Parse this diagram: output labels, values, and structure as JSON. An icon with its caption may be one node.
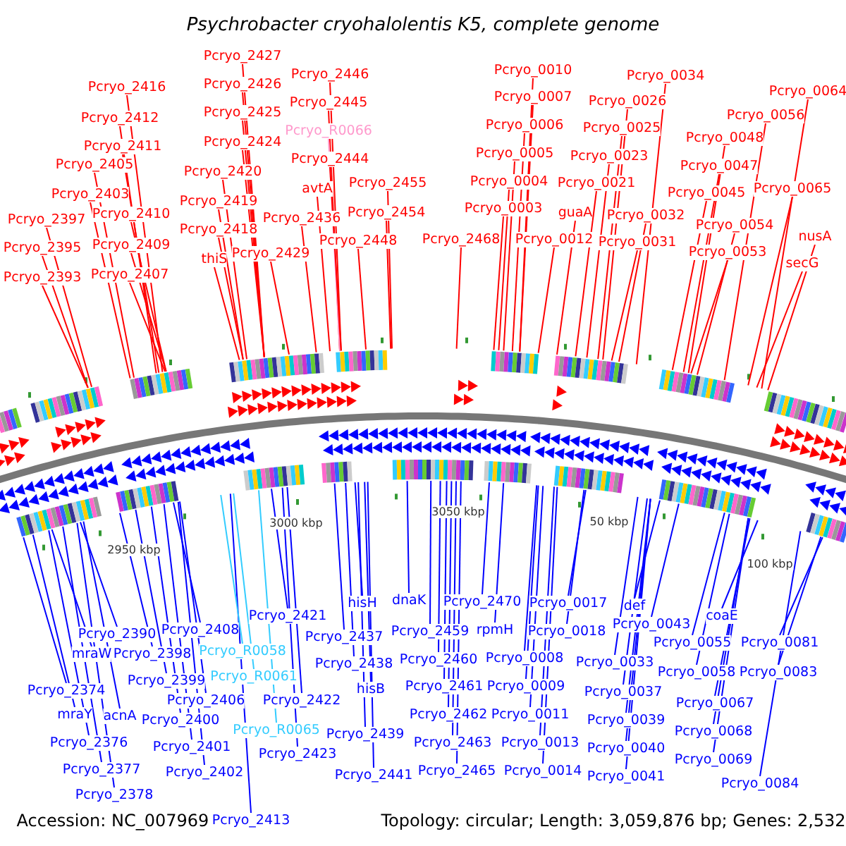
{
  "diagram": {
    "title": "Psychrobacter cryohalolentis K5, complete genome",
    "nodes": [
      {
        "text": [
          "Pcryo_2416"
        ]
      },
      {
        "text": [
          "Pcryo_2412"
        ]
      },
      {
        "text": [
          "Pcryo_2411"
        ]
      },
      {
        "text": [
          "Pcryo_2405"
        ]
      },
      {
        "text": [
          "Pcryo_2403"
        ]
      },
      {
        "text": [
          "Pcryo_2397"
        ]
      },
      {
        "text": [
          "Pcryo_2410"
        ]
      },
      {
        "text": [
          "Pcryo_2395"
        ]
      },
      {
        "text": [
          "Pcryo_2409"
        ]
      },
      {
        "text": [
          "Pcryo_2393"
        ]
      },
      {
        "text": [
          "Pcryo_2407"
        ]
      },
      {
        "text": [
          "Pcryo_2427"
        ]
      },
      {
        "text": [
          "Pcryo_2426"
        ]
      },
      {
        "text": [
          "Pcryo_2425"
        ]
      },
      {
        "text": [
          "Pcryo_2424"
        ]
      },
      {
        "text": [
          "Pcryo_2420"
        ]
      },
      {
        "text": [
          "Pcryo_2419"
        ]
      },
      {
        "text": [
          "Pcryo_2418"
        ]
      },
      {
        "text": [
          "thiS"
        ]
      },
      {
        "text": [
          "Pcryo_2429"
        ]
      },
      {
        "text": [
          "Pcryo_2436"
        ]
      },
      {
        "text": [
          "avtA"
        ]
      },
      {
        "text": [
          "Pcryo_2446"
        ]
      },
      {
        "text": [
          "Pcryo_2445"
        ]
      },
      {
        "text": [
          "Pcryo_R0066"
        ]
      },
      {
        "text": [
          "Pcryo_2444"
        ]
      },
      {
        "text": [
          "Pcryo_2455"
        ]
      },
      {
        "text": [
          "Pcryo_2454"
        ]
      },
      {
        "text": [
          "Pcryo_2448"
        ]
      },
      {
        "text": [
          "Pcryo_2468"
        ]
      },
      {
        "text": [
          "Pcryo_0010"
        ]
      },
      {
        "text": [
          "Pcryo_0007"
        ]
      },
      {
        "text": [
          "Pcryo_0006"
        ]
      },
      {
        "text": [
          "Pcryo_0005"
        ]
      },
      {
        "text": [
          "Pcryo_0004"
        ]
      },
      {
        "text": [
          "Pcryo_0003"
        ]
      },
      {
        "text": [
          "Pcryo_0012"
        ]
      },
      {
        "text": [
          "guaA"
        ]
      },
      {
        "text": [
          "Pcryo_0034"
        ]
      },
      {
        "text": [
          "Pcryo_0026"
        ]
      },
      {
        "text": [
          "Pcryo_0025"
        ]
      },
      {
        "text": [
          "Pcryo_0023"
        ]
      },
      {
        "text": [
          "Pcryo_0021"
        ]
      },
      {
        "text": [
          "Pcryo_0032"
        ]
      },
      {
        "text": [
          "Pcryo_0031"
        ]
      },
      {
        "text": [
          "Pcryo_0064"
        ]
      },
      {
        "text": [
          "Pcryo_0056"
        ]
      },
      {
        "text": [
          "Pcryo_0048"
        ]
      },
      {
        "text": [
          "Pcryo_0047"
        ]
      },
      {
        "text": [
          "Pcryo_0045"
        ]
      },
      {
        "text": [
          "Pcryo_0065"
        ]
      },
      {
        "text": [
          "Pcryo_0054"
        ]
      },
      {
        "text": [
          "Pcryo_0053"
        ]
      },
      {
        "text": [
          "nusA"
        ]
      },
      {
        "text": [
          "secG"
        ]
      },
      {
        "text": [
          "Pcryo_2390"
        ]
      },
      {
        "text": [
          "mraW"
        ]
      },
      {
        "text": [
          "Pcryo_2398"
        ]
      },
      {
        "text": [
          "Pcryo_2374"
        ]
      },
      {
        "text": [
          "Pcryo_2399"
        ]
      },
      {
        "text": [
          "Pcryo_2406"
        ]
      },
      {
        "text": [
          "Pcryo_2408"
        ]
      },
      {
        "text": [
          "mraY"
        ]
      },
      {
        "text": [
          "acnA"
        ]
      },
      {
        "text": [
          "Pcryo_2400"
        ]
      },
      {
        "text": [
          "Pcryo_2376"
        ]
      },
      {
        "text": [
          "Pcryo_2401"
        ]
      },
      {
        "text": [
          "Pcryo_2377"
        ]
      },
      {
        "text": [
          "Pcryo_2402"
        ]
      },
      {
        "text": [
          "Pcryo_2378"
        ]
      },
      {
        "text": [
          "Pcryo_2413"
        ]
      },
      {
        "text": [
          "Pcryo_R0058"
        ]
      },
      {
        "text": [
          "Pcryo_R0061"
        ]
      },
      {
        "text": [
          "Pcryo_R0065"
        ]
      },
      {
        "text": [
          "Pcryo_2421"
        ]
      },
      {
        "text": [
          "Pcryo_2422"
        ]
      },
      {
        "text": [
          "Pcryo_2423"
        ]
      },
      {
        "text": [
          "hisH"
        ]
      },
      {
        "text": [
          "Pcryo_2437"
        ]
      },
      {
        "text": [
          "Pcryo_2438"
        ]
      },
      {
        "text": [
          "hisB"
        ]
      },
      {
        "text": [
          "Pcryo_2439"
        ]
      },
      {
        "text": [
          "Pcryo_2441"
        ]
      },
      {
        "text": [
          "dnaK"
        ]
      },
      {
        "text": [
          "Pcryo_2459"
        ]
      },
      {
        "text": [
          "Pcryo_2460"
        ]
      },
      {
        "text": [
          "Pcryo_2461"
        ]
      },
      {
        "text": [
          "Pcryo_2462"
        ]
      },
      {
        "text": [
          "Pcryo_2463"
        ]
      },
      {
        "text": [
          "Pcryo_2465"
        ]
      },
      {
        "text": [
          "Pcryo_2470"
        ]
      },
      {
        "text": [
          "rpmH"
        ]
      },
      {
        "text": [
          "Pcryo_0017"
        ]
      },
      {
        "text": [
          "Pcryo_0018"
        ]
      },
      {
        "text": [
          "Pcryo_0008"
        ]
      },
      {
        "text": [
          "Pcryo_0009"
        ]
      },
      {
        "text": [
          "Pcryo_0011"
        ]
      },
      {
        "text": [
          "Pcryo_0013"
        ]
      },
      {
        "text": [
          "Pcryo_0014"
        ]
      },
      {
        "text": [
          "def"
        ]
      },
      {
        "text": [
          "Pcryo_0043"
        ]
      },
      {
        "text": [
          "Pcryo_0033"
        ]
      },
      {
        "text": [
          "Pcryo_0037"
        ]
      },
      {
        "text": [
          "Pcryo_0039"
        ]
      },
      {
        "text": [
          "Pcryo_0040"
        ]
      },
      {
        "text": [
          "Pcryo_0041"
        ]
      },
      {
        "text": [
          "coaE"
        ]
      },
      {
        "text": [
          "Pcryo_0055"
        ]
      },
      {
        "text": [
          "Pcryo_0058"
        ]
      },
      {
        "text": [
          "Pcryo_0067"
        ]
      },
      {
        "text": [
          "Pcryo_0068"
        ]
      },
      {
        "text": [
          "Pcryo_0069"
        ]
      },
      {
        "text": [
          "Pcryo_0081"
        ]
      },
      {
        "text": [
          "Pcryo_0083"
        ]
      },
      {
        "text": [
          "Pcryo_0084"
        ]
      }
    ],
    "edges": [
      {
        "from": 0,
        "to": null,
        "arrow": "none",
        "color": "#ff0000"
      },
      {
        "from": 1,
        "to": null,
        "arrow": "none",
        "color": "#ff0000"
      },
      {
        "from": 2,
        "to": null,
        "arrow": "none",
        "color": "#ff0000"
      },
      {
        "from": 3,
        "to": null,
        "arrow": "none",
        "color": "#ff0000"
      },
      {
        "from": 4,
        "to": null,
        "arrow": "none",
        "color": "#ff0000"
      },
      {
        "from": 5,
        "to": null,
        "arrow": "none",
        "color": "#ff0000"
      },
      {
        "from": 6,
        "to": null,
        "arrow": "none",
        "color": "#ff0000"
      },
      {
        "from": 7,
        "to": null,
        "arrow": "none",
        "color": "#ff0000"
      },
      {
        "from": 8,
        "to": null,
        "arrow": "none",
        "color": "#ff0000"
      },
      {
        "from": 9,
        "to": null,
        "arrow": "none",
        "color": "#ff0000"
      },
      {
        "from": 10,
        "to": null,
        "arrow": "none",
        "color": "#ff0000"
      },
      {
        "from": 11,
        "to": null,
        "arrow": "none",
        "color": "#ff0000"
      },
      {
        "from": 12,
        "to": null,
        "arrow": "none",
        "color": "#ff0000"
      },
      {
        "from": 13,
        "to": null,
        "arrow": "none",
        "color": "#ff0000"
      },
      {
        "from": 14,
        "to": null,
        "arrow": "none",
        "color": "#ff0000"
      },
      {
        "from": 15,
        "to": null,
        "arrow": "none",
        "color": "#ff0000"
      },
      {
        "from": 16,
        "to": null,
        "arrow": "none",
        "color": "#ff0000"
      },
      {
        "from": 17,
        "to": null,
        "arrow": "none",
        "color": "#ff0000"
      },
      {
        "from": 18,
        "to": null,
        "arrow": "none",
        "color": "#ff0000"
      },
      {
        "from": 19,
        "to": null,
        "arrow": "none",
        "color": "#ff0000"
      },
      {
        "from": 20,
        "to": null,
        "arrow": "none",
        "color": "#ff0000"
      },
      {
        "from": 21,
        "to": null,
        "arrow": "none",
        "color": "#ff0000"
      },
      {
        "from": 22,
        "to": null,
        "arrow": "none",
        "color": "#ff0000"
      },
      {
        "from": 23,
        "to": null,
        "arrow": "none",
        "color": "#ff0000"
      },
      {
        "from": 24,
        "to": null,
        "arrow": "none",
        "color": "#ff99cc"
      },
      {
        "from": 25,
        "to": null,
        "arrow": "none",
        "color": "#ff0000"
      },
      {
        "from": 26,
        "to": null,
        "arrow": "none",
        "color": "#ff0000"
      },
      {
        "from": 27,
        "to": null,
        "arrow": "none",
        "color": "#ff0000"
      },
      {
        "from": 28,
        "to": null,
        "arrow": "none",
        "color": "#ff0000"
      },
      {
        "from": 29,
        "to": null,
        "arrow": "none",
        "color": "#ff0000"
      },
      {
        "from": 30,
        "to": null,
        "arrow": "none",
        "color": "#ff0000"
      },
      {
        "from": 31,
        "to": null,
        "arrow": "none",
        "color": "#ff0000"
      },
      {
        "from": 32,
        "to": null,
        "arrow": "none",
        "color": "#ff0000"
      },
      {
        "from": 33,
        "to": null,
        "arrow": "none",
        "color": "#ff0000"
      },
      {
        "from": 34,
        "to": null,
        "arrow": "none",
        "color": "#ff0000"
      },
      {
        "from": 35,
        "to": null,
        "arrow": "none",
        "color": "#ff0000"
      },
      {
        "from": 36,
        "to": null,
        "arrow": "none",
        "color": "#ff0000"
      },
      {
        "from": 37,
        "to": null,
        "arrow": "none",
        "color": "#ff0000"
      },
      {
        "from": 38,
        "to": null,
        "arrow": "none",
        "color": "#ff0000"
      },
      {
        "from": 39,
        "to": null,
        "arrow": "none",
        "color": "#ff0000"
      },
      {
        "from": 40,
        "to": null,
        "arrow": "none",
        "color": "#ff0000"
      },
      {
        "from": 41,
        "to": null,
        "arrow": "none",
        "color": "#ff0000"
      },
      {
        "from": 42,
        "to": null,
        "arrow": "none",
        "color": "#ff0000"
      },
      {
        "from": 43,
        "to": null,
        "arrow": "none",
        "color": "#ff0000"
      },
      {
        "from": 44,
        "to": null,
        "arrow": "none",
        "color": "#ff0000"
      },
      {
        "from": 45,
        "to": null,
        "arrow": "none",
        "color": "#ff0000"
      },
      {
        "from": 46,
        "to": null,
        "arrow": "none",
        "color": "#ff0000"
      },
      {
        "from": 47,
        "to": null,
        "arrow": "none",
        "color": "#ff0000"
      },
      {
        "from": 48,
        "to": null,
        "arrow": "none",
        "color": "#ff0000"
      },
      {
        "from": 49,
        "to": null,
        "arrow": "none",
        "color": "#ff0000"
      },
      {
        "from": 50,
        "to": null,
        "arrow": "none",
        "color": "#ff0000"
      },
      {
        "from": 51,
        "to": null,
        "arrow": "none",
        "color": "#ff0000"
      },
      {
        "from": 52,
        "to": null,
        "arrow": "none",
        "color": "#ff0000"
      },
      {
        "from": 53,
        "to": null,
        "arrow": "none",
        "color": "#ff0000"
      },
      {
        "from": 54,
        "to": null,
        "arrow": "none",
        "color": "#ff0000"
      },
      {
        "from": 55,
        "to": null,
        "arrow": "none"
      },
      {
        "from": 56,
        "to": null,
        "arrow": "none"
      },
      {
        "from": 57,
        "to": null,
        "arrow": "none"
      },
      {
        "from": 58,
        "to": null,
        "arrow": "none"
      },
      {
        "from": 59,
        "to": null,
        "arrow": "none"
      },
      {
        "from": 60,
        "to": null,
        "arrow": "none"
      },
      {
        "from": 61,
        "to": null,
        "arrow": "none"
      },
      {
        "from": 62,
        "to": null,
        "arrow": "none"
      },
      {
        "from": 63,
        "to": null,
        "arrow": "none"
      },
      {
        "from": 64,
        "to": null,
        "arrow": "none"
      },
      {
        "from": 65,
        "to": null,
        "arrow": "none"
      },
      {
        "from": 66,
        "to": null,
        "arrow": "none"
      },
      {
        "from": 67,
        "to": null,
        "arrow": "none"
      },
      {
        "from": 68,
        "to": null,
        "arrow": "none"
      },
      {
        "from": 69,
        "to": null,
        "arrow": "none"
      },
      {
        "from": 70,
        "to": null,
        "arrow": "none"
      },
      {
        "from": 71,
        "to": null,
        "arrow": "none",
        "color": "#33ccff"
      },
      {
        "from": 72,
        "to": null,
        "arrow": "none",
        "color": "#33ccff"
      },
      {
        "from": 73,
        "to": null,
        "arrow": "none",
        "color": "#33ccff"
      },
      {
        "from": 74,
        "to": null,
        "arrow": "none"
      },
      {
        "from": 75,
        "to": null,
        "arrow": "none"
      },
      {
        "from": 76,
        "to": null,
        "arrow": "none"
      },
      {
        "from": 77,
        "to": null,
        "arrow": "none"
      },
      {
        "from": 78,
        "to": null,
        "arrow": "none"
      },
      {
        "from": 79,
        "to": null,
        "arrow": "none"
      },
      {
        "from": 80,
        "to": null,
        "arrow": "none"
      },
      {
        "from": 81,
        "to": null,
        "arrow": "none"
      },
      {
        "from": 82,
        "to": null,
        "arrow": "none"
      },
      {
        "from": 83,
        "to": null,
        "arrow": "none"
      },
      {
        "from": 84,
        "to": null,
        "arrow": "none"
      },
      {
        "from": 85,
        "to": null,
        "arrow": "none"
      },
      {
        "from": 86,
        "to": null,
        "arrow": "none"
      },
      {
        "from": 87,
        "to": null,
        "arrow": "none"
      },
      {
        "from": 88,
        "to": null,
        "arrow": "none"
      },
      {
        "from": 89,
        "to": null,
        "arrow": "none"
      },
      {
        "from": 90,
        "to": null,
        "arrow": "none"
      },
      {
        "from": 91,
        "to": null,
        "arrow": "none"
      },
      {
        "from": 92,
        "to": null,
        "arrow": "none"
      },
      {
        "from": 93,
        "to": null,
        "arrow": "none"
      },
      {
        "from": 94,
        "to": null,
        "arrow": "none"
      },
      {
        "from": 95,
        "to": null,
        "arrow": "none"
      },
      {
        "from": 96,
        "to": null,
        "arrow": "none"
      },
      {
        "from": 97,
        "to": null,
        "arrow": "none"
      },
      {
        "from": 98,
        "to": null,
        "arrow": "none"
      },
      {
        "from": 99,
        "to": null,
        "arrow": "none"
      },
      {
        "from": 100,
        "to": null,
        "arrow": "none"
      },
      {
        "from": 101,
        "to": null,
        "arrow": "none"
      },
      {
        "from": 102,
        "to": null,
        "arrow": "none"
      },
      {
        "from": 103,
        "to": null,
        "arrow": "none"
      },
      {
        "from": 104,
        "to": null,
        "arrow": "none"
      },
      {
        "from": 105,
        "to": null,
        "arrow": "none"
      },
      {
        "from": 106,
        "to": null,
        "arrow": "none"
      },
      {
        "from": 107,
        "to": null,
        "arrow": "none"
      },
      {
        "from": 108,
        "to": null,
        "arrow": "none"
      },
      {
        "from": 109,
        "to": null,
        "arrow": "none"
      },
      {
        "from": 110,
        "to": null,
        "arrow": "none"
      },
      {
        "from": 111,
        "to": null,
        "arrow": "none"
      },
      {
        "from": 112,
        "to": null,
        "arrow": "none"
      },
      {
        "from": 113,
        "to": null,
        "arrow": "none"
      },
      {
        "from": 114,
        "to": null,
        "arrow": "none"
      }
    ],
    "labels": [
      "2950 kbp",
      "3000 kbp",
      "3050 kbp",
      "50 kbp",
      "100 kbp",
      "Accession: NC_007969",
      "Topology: circular; Length: 3,059,876 bp; Genes: 2,532"
    ]
  }
}
